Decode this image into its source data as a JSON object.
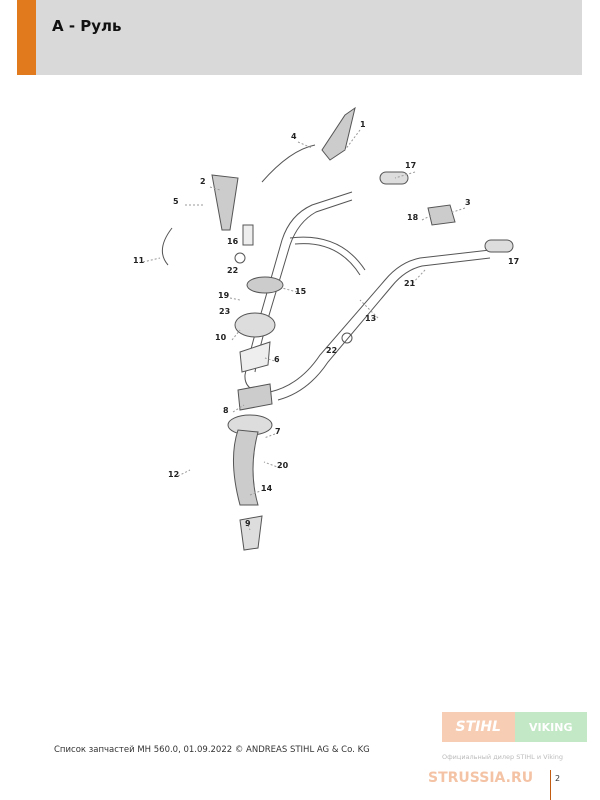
{
  "header": {
    "title": "A - Руль",
    "accent": "#e07a1c",
    "bg": "#d9d9d9"
  },
  "callouts": [
    "1",
    "4",
    "2",
    "5",
    "17",
    "18",
    "3",
    "16",
    "11",
    "22",
    "17",
    "21",
    "19",
    "15",
    "23",
    "13",
    "10",
    "22",
    "6",
    "8",
    "7",
    "20",
    "12",
    "14",
    "9"
  ],
  "footer": {
    "text": "Список запчастей MH 560.0, 01.09.2022 © ANDREAS STIHL AG & Co. KG",
    "page": "2"
  },
  "watermark": {
    "stihl": "STIHL",
    "viking": "VIKING",
    "dealer": "Официальный дилер STIHL и Viking",
    "site": "STRUSSIA.RU"
  }
}
